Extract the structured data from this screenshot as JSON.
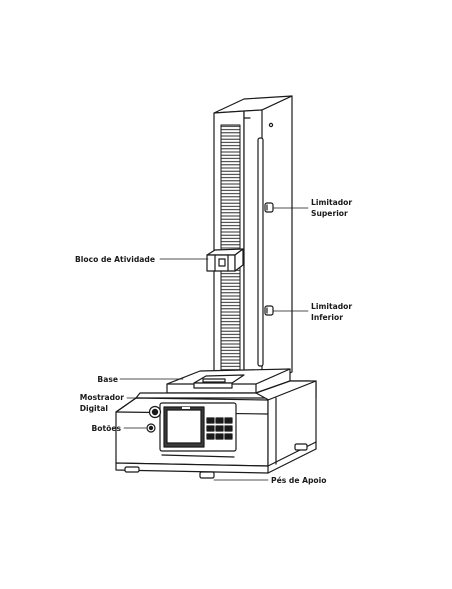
{
  "labels": {
    "bloco_atividade": "Bloco de Atividade",
    "limitador_superior_1": "Limitador",
    "limitador_superior_2": "Superior",
    "limitador_inferior_1": "Limitador",
    "limitador_inferior_2": "Inferior",
    "base": "Base",
    "mostrador_1": "Mostrador",
    "mostrador_2": "Digital",
    "botoes": "Botões",
    "pes_apoio": "Pés de Apoio"
  },
  "colors": {
    "stroke": "#1a1a1a",
    "background": "#ffffff",
    "screen_bezel": "#3a3a3a"
  }
}
